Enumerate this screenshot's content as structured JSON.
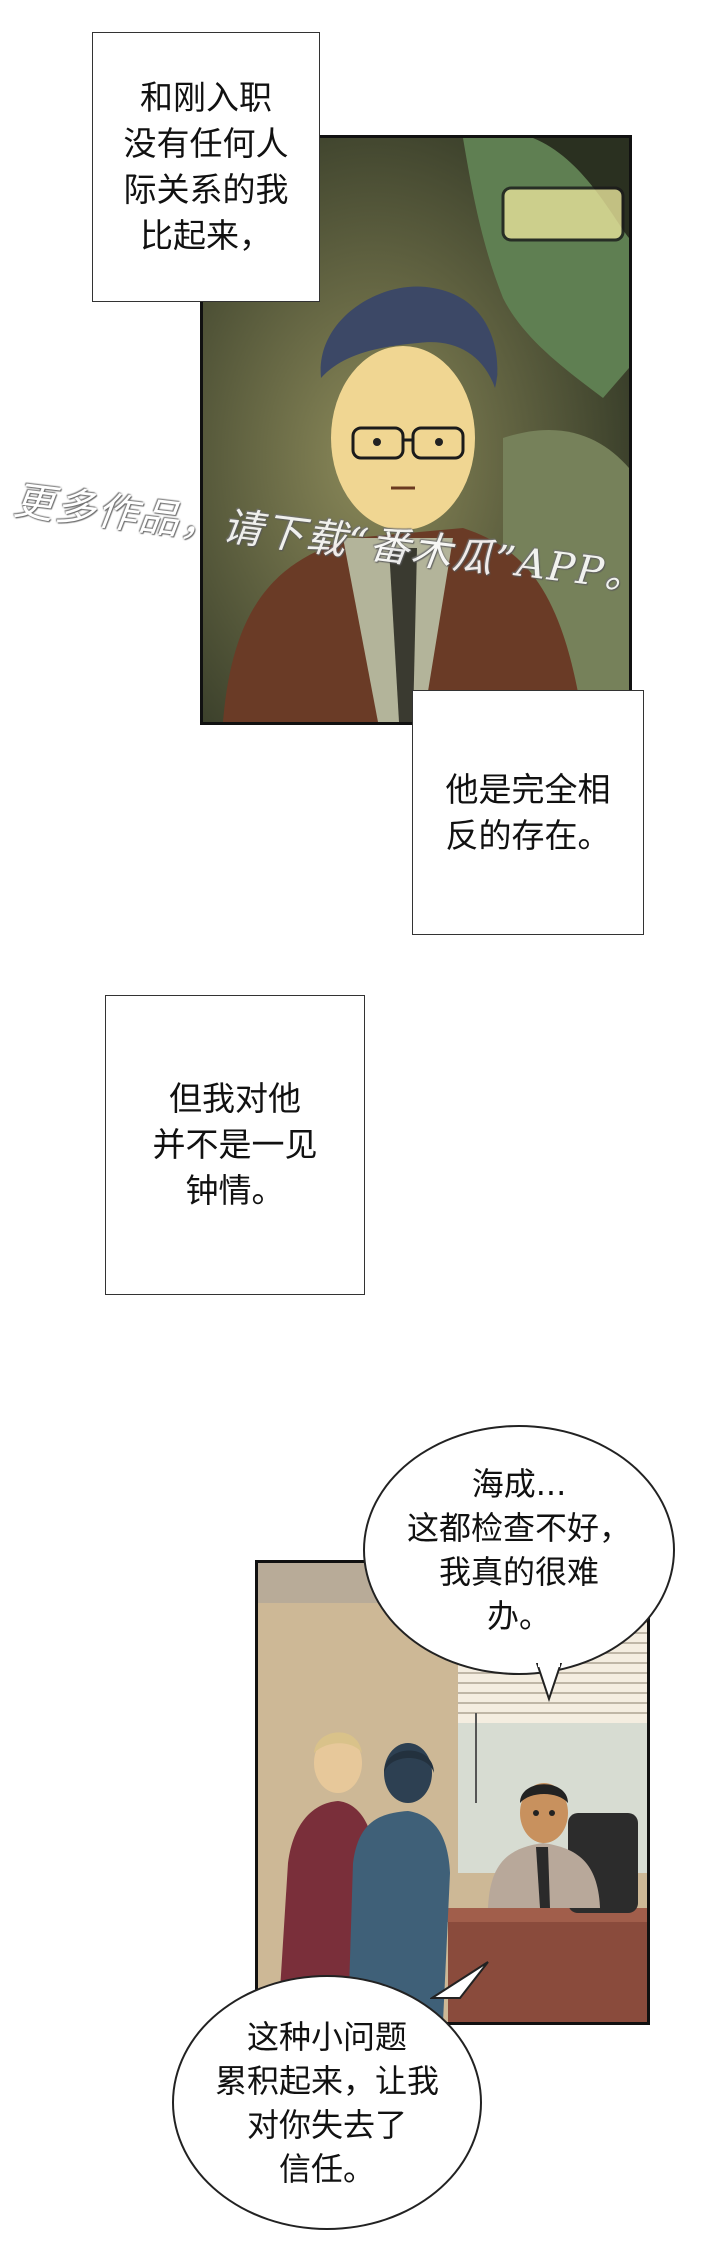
{
  "captions": {
    "caption1": [
      "和刚入职",
      "没有任何人",
      "际关系的我",
      "比起来，"
    ],
    "caption2": [
      "他是完全相",
      "反的存在。"
    ],
    "caption3": [
      "但我对他",
      "并不是一见",
      "钟情。"
    ]
  },
  "bubbles": {
    "boss_top": [
      "海成...",
      "这都检查不好，",
      "我真的很难",
      "办。"
    ],
    "boss_bottom": [
      "这种小问题",
      "累积起来，让我",
      "对你失去了",
      "信任。"
    ]
  },
  "watermark": "更多作品，请下载“番木瓜”APP。",
  "colors": {
    "panel1_bg": "#4e5437",
    "office_wall": "#d9c9b0",
    "desk": "#8a4b3c"
  }
}
